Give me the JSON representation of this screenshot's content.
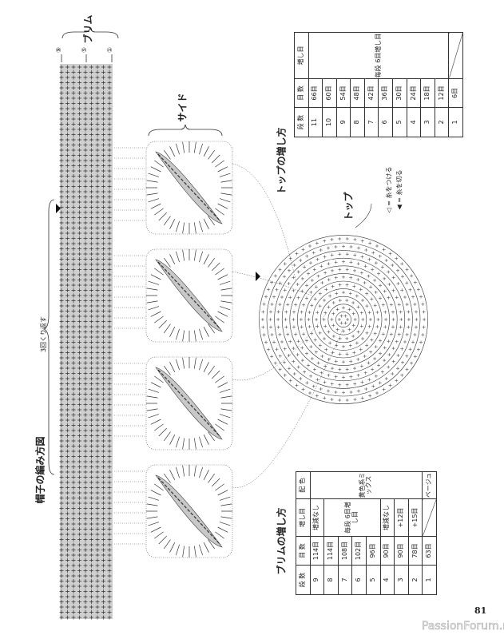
{
  "diagram_title": "帽子の編み方図",
  "brim_label": "ブリム",
  "side_label": "サイド",
  "top_label": "トップ",
  "repeat_label": "3回くり返す",
  "brim_row_markers": [
    "⑨",
    "⑤",
    "①"
  ],
  "legend": {
    "attach_symbol": "◁",
    "attach_text": "= 糸をつける",
    "cut_symbol": "◀",
    "cut_text": "= 糸を切る"
  },
  "top_table": {
    "title": "トップの増し方",
    "headers": [
      "段 数",
      "目 数",
      "増し目"
    ],
    "rows": [
      {
        "row": "11",
        "count": "66目"
      },
      {
        "row": "10",
        "count": "60目"
      },
      {
        "row": "9",
        "count": "54目"
      },
      {
        "row": "8",
        "count": "48目"
      },
      {
        "row": "7",
        "count": "42目"
      },
      {
        "row": "6",
        "count": "36目"
      },
      {
        "row": "5",
        "count": "30目"
      },
      {
        "row": "4",
        "count": "24目"
      },
      {
        "row": "3",
        "count": "18目"
      },
      {
        "row": "2",
        "count": "12目"
      },
      {
        "row": "1",
        "count": "6目"
      }
    ],
    "merged_increase": "毎段 6目増し目"
  },
  "brim_table": {
    "title": "ブリムの増し方",
    "headers": [
      "段 数",
      "目 数",
      "増し目",
      "配 色"
    ],
    "rows": [
      {
        "row": "9",
        "count": "114目",
        "increase": "増減なし"
      },
      {
        "row": "8",
        "count": "114目"
      },
      {
        "row": "7",
        "count": "108目"
      },
      {
        "row": "6",
        "count": "102目"
      },
      {
        "row": "5",
        "count": "96目"
      },
      {
        "row": "4",
        "count": "90目",
        "increase": "増減なし"
      },
      {
        "row": "3",
        "count": "90目",
        "increase": "+12目"
      },
      {
        "row": "2",
        "count": "78目",
        "increase": "+15目"
      },
      {
        "row": "1",
        "count": "63目"
      }
    ],
    "merged_increase": "毎段 6目増し目",
    "color_main": "黄色系ミックス",
    "color_row1": "ベージュ"
  },
  "page_number": "81",
  "watermark": "PassionForum.ru"
}
